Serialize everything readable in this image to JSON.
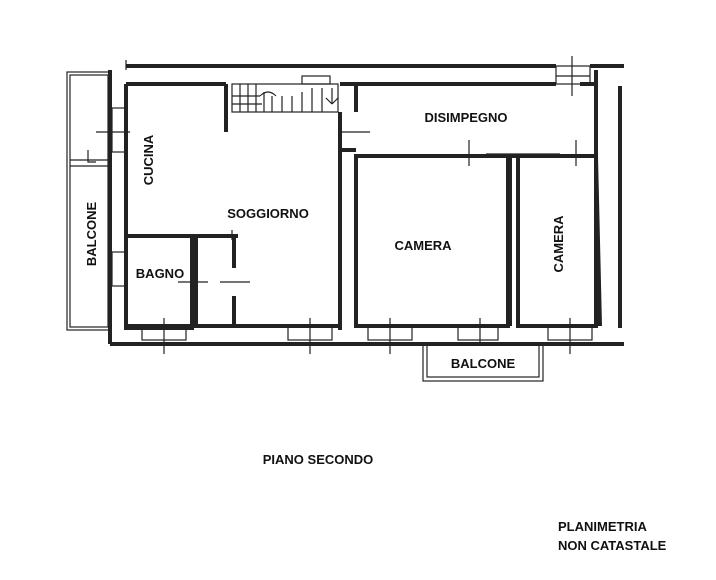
{
  "floor_plan": {
    "rooms": {
      "cucina": "CUCINA",
      "soggiorno": "SOGGIORNO",
      "disimpegno": "DISIMPEGNO",
      "camera_1": "CAMERA",
      "camera_2": "CAMERA",
      "bagno": "BAGNO",
      "balcone_left": "BALCONE",
      "balcone_bottom": "BALCONE"
    },
    "level_title": "PIANO SECONDO",
    "note_line_1": "PLANIMETRIA",
    "note_line_2": "NON CATASTALE"
  }
}
